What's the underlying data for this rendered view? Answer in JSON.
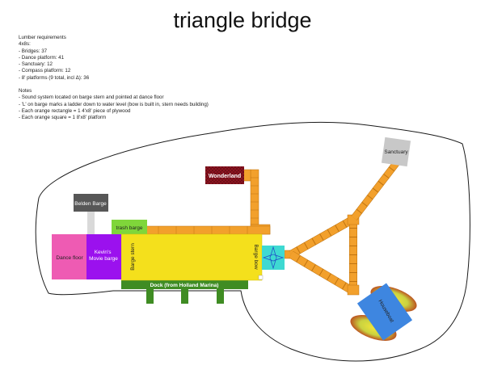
{
  "title": "triangle bridge",
  "lumber": {
    "heading": "Lumber requirements",
    "subheading": "4x8s:",
    "items": [
      "- Bridges: 37",
      "- Dance platform: 41",
      "- Sanctuary: 12",
      "- Compass platform: 12",
      "- 8' platforms (9 total, incl Δ): 36"
    ]
  },
  "notes": {
    "heading": "Notes",
    "items": [
      "- Sound system located on barge stern and pointed at dance floor",
      "- 'L' on barge marks a ladder down to water level (bow is built in, stern needs building)",
      "- Each orange rectangle = 1 4'x8' piece of plywood",
      "- Each orange square = 1 8'x8' platform"
    ]
  },
  "labels": {
    "wonderland": "Wonderland",
    "sanctuary": "Sanctuary",
    "belden_barge": "Belden Barge",
    "trash_barge": "trash barge",
    "dance_floor": "Dance floor",
    "kevins_barge": "Kevin's Movie barge",
    "barge_stern": "Barge stern",
    "barge_bow": "Barge bow",
    "dock": "Dock (from Holland Marina)",
    "houseboat": "Houseboat"
  },
  "colors": {
    "plank": "#f2a02c",
    "barge": "#f4e01c",
    "dance_floor": "#ee5bb3",
    "kevins_barge": "#9b11ee",
    "trash_barge": "#7fd63a",
    "dock": "#3f8c23",
    "wonderland": "#8c1420",
    "belden_barge": "#575757",
    "sanctuary": "#c8c8c8",
    "compass": "#3ed9d2",
    "houseboat": "#3e86e0"
  }
}
